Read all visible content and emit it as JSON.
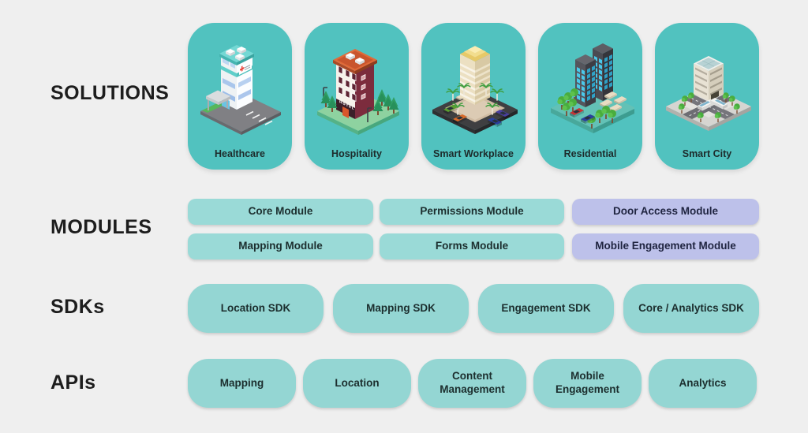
{
  "colors": {
    "bg": "#efefef",
    "card_teal": "#51c2bf",
    "pill_teal": "#9adad7",
    "pill_sdk": "#94d6d3",
    "pill_purple": "#bdc1ea",
    "text_dark": "#1d1d1d",
    "pill_text_teal": "#1c2e2e",
    "pill_text_purple": "#1f2440"
  },
  "solutions": {
    "heading": "SOLUTIONS",
    "cards": [
      {
        "label": "Healthcare"
      },
      {
        "label": "Hospitality"
      },
      {
        "label": "Smart Workplace"
      },
      {
        "label": "Residential"
      },
      {
        "label": "Smart City"
      }
    ]
  },
  "modules": {
    "heading": "MODULES",
    "row1": [
      {
        "label": "Core Module"
      },
      {
        "label": "Permissions Module"
      },
      {
        "label": "Door Access Module"
      }
    ],
    "row2": [
      {
        "label": "Mapping Module"
      },
      {
        "label": "Forms Module"
      },
      {
        "label": "Mobile Engagement Module"
      }
    ]
  },
  "sdks": {
    "heading": "SDKs",
    "pills": [
      {
        "label": "Location SDK"
      },
      {
        "label": "Mapping SDK"
      },
      {
        "label": "Engagement SDK"
      },
      {
        "label": "Core / Analytics SDK"
      }
    ]
  },
  "apis": {
    "heading": "APIs",
    "pills": [
      {
        "label": "Mapping"
      },
      {
        "label": "Location"
      },
      {
        "label": "Content Management"
      },
      {
        "label": "Mobile Engagement"
      },
      {
        "label": "Analytics"
      }
    ]
  }
}
